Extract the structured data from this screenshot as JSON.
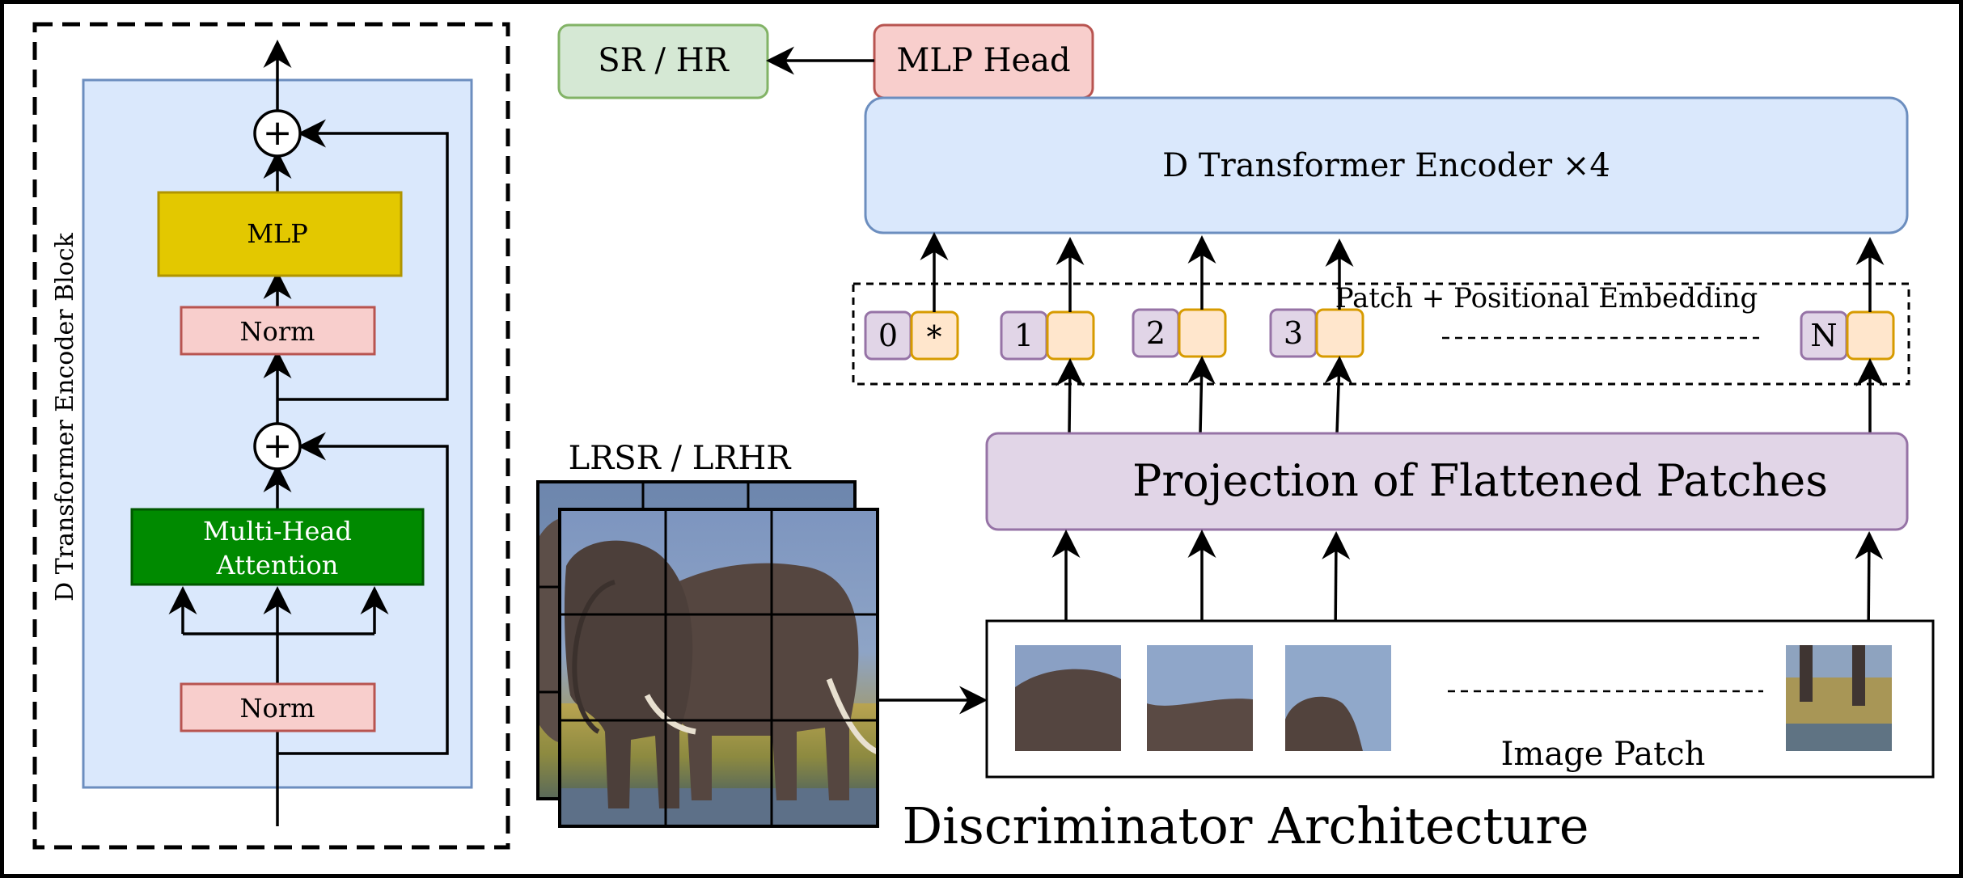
{
  "caption": "Discriminator Architecture",
  "encoder_block": {
    "side_label": "D Transformer Encoder Block",
    "mlp": "MLP",
    "norm_top": "Norm",
    "attention_line1": "Multi-Head",
    "attention_line2": "Attention",
    "norm_bottom": "Norm",
    "add_symbol": "+"
  },
  "output": {
    "sr_hr": "SR / HR",
    "mlp_head": "MLP Head"
  },
  "encoder_stack": "D Transformer Encoder ×4",
  "embedding": {
    "label": "Patch + Positional Embedding",
    "positions": [
      "0",
      "1",
      "2",
      "3",
      "N"
    ],
    "cls_token": "*"
  },
  "projection": "Projection of Flattened Patches",
  "input_image": {
    "label": "LRSR / LRHR",
    "image_name": "elephant-photo"
  },
  "patches": {
    "label": "Image Patch",
    "image_name": "elephant-patch"
  },
  "colors": {
    "block_bg": "#dae8fc",
    "block_border": "#6c8ebf",
    "mlp_fill": "#e3c800",
    "mlp_border": "#b09500",
    "norm_fill": "#f8cecc",
    "norm_border": "#b85450",
    "attention_fill": "#008a00",
    "attention_border": "#005700",
    "green_fill": "#d5e8d4",
    "green_border": "#82b366",
    "purple_fill": "#e1d5e7",
    "purple_border": "#9673a6",
    "orange_fill": "#ffe6cc",
    "orange_border": "#d79b00"
  }
}
